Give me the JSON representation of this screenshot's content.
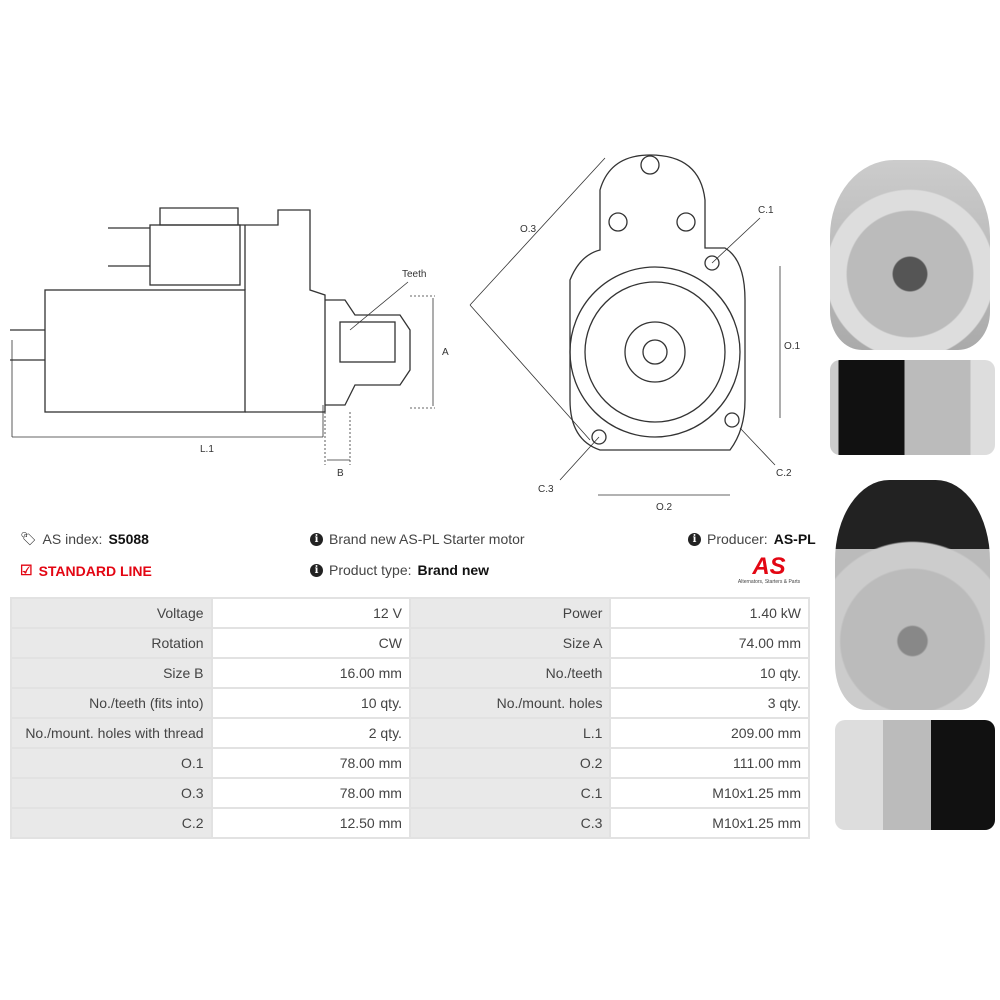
{
  "diagram": {
    "labels": {
      "teeth": "Teeth",
      "a": "A",
      "b": "B",
      "l1": "L.1",
      "o1": "O.1",
      "o2": "O.2",
      "o3": "O.3",
      "c1": "C.1",
      "c2": "C.2",
      "c3": "C.3"
    }
  },
  "info": {
    "index_label": "AS index:",
    "index_value": "S5088",
    "line": "STANDARD LINE",
    "description": "Brand new AS-PL Starter motor",
    "type_label": "Product type:",
    "type_value": "Brand new",
    "producer_label": "Producer:",
    "producer_value": "AS-PL",
    "logo_text": "AS",
    "logo_tagline": "Alternators, Starters & Parts"
  },
  "colors": {
    "accent": "#e30613"
  },
  "specs": [
    [
      "Voltage",
      "12 V",
      "Power",
      "1.40 kW"
    ],
    [
      "Rotation",
      "CW",
      "Size A",
      "74.00 mm"
    ],
    [
      "Size B",
      "16.00 mm",
      "No./teeth",
      "10 qty."
    ],
    [
      "No./teeth (fits into)",
      "10 qty.",
      "No./mount. holes",
      "3 qty."
    ],
    [
      "No./mount. holes with thread",
      "2 qty.",
      "L.1",
      "209.00 mm"
    ],
    [
      "O.1",
      "78.00 mm",
      "O.2",
      "111.00 mm"
    ],
    [
      "O.3",
      "78.00 mm",
      "C.1",
      "M10x1.25 mm"
    ],
    [
      "C.2",
      "12.50 mm",
      "C.3",
      "M10x1.25 mm"
    ]
  ]
}
